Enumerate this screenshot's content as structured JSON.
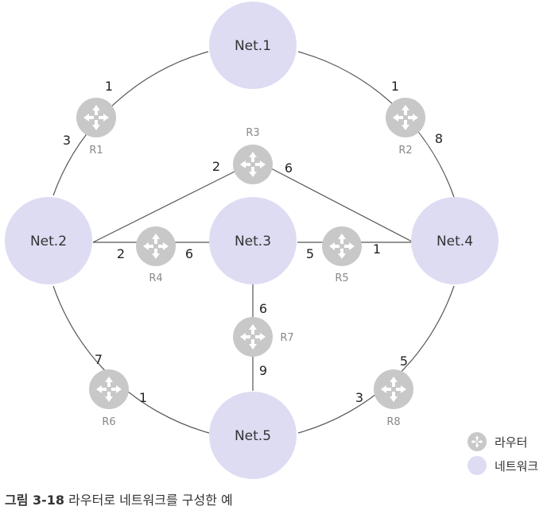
{
  "colors": {
    "network_fill": "#dddcf3",
    "router_fill": "#c8c8c8",
    "router_arrow": "#ffffff",
    "link_line": "#555555",
    "cost_text": "#222222",
    "router_label": "#888888",
    "node_text": "#333333"
  },
  "networks": [
    {
      "id": "n1",
      "label": "Net.1"
    },
    {
      "id": "n2",
      "label": "Net.2"
    },
    {
      "id": "n3",
      "label": "Net.3"
    },
    {
      "id": "n4",
      "label": "Net.4"
    },
    {
      "id": "n5",
      "label": "Net.5"
    }
  ],
  "routers": [
    {
      "id": "r1",
      "label": "R1"
    },
    {
      "id": "r2",
      "label": "R2"
    },
    {
      "id": "r3",
      "label": "R3"
    },
    {
      "id": "r4",
      "label": "R4"
    },
    {
      "id": "r5",
      "label": "R5"
    },
    {
      "id": "r6",
      "label": "R6"
    },
    {
      "id": "r7",
      "label": "R7"
    },
    {
      "id": "r8",
      "label": "R8"
    }
  ],
  "costs": {
    "r1_n1": "1",
    "r1_n2": "3",
    "r2_n1": "1",
    "r2_n4": "8",
    "r3_n2": "2",
    "r3_n4": "6",
    "r4_n2": "2",
    "r4_n3": "6",
    "r5_n3": "5",
    "r5_n4": "1",
    "r6_n2": "7",
    "r6_n5": "1",
    "r7_n3": "6",
    "r7_n5": "9",
    "r8_n4": "5",
    "r8_n5": "3"
  },
  "legend": {
    "router_label": "라우터",
    "network_label": "네트워크"
  },
  "caption": {
    "figure_number": "그림 3-18",
    "text": "라우터로 네트워크를 구성한 예"
  }
}
